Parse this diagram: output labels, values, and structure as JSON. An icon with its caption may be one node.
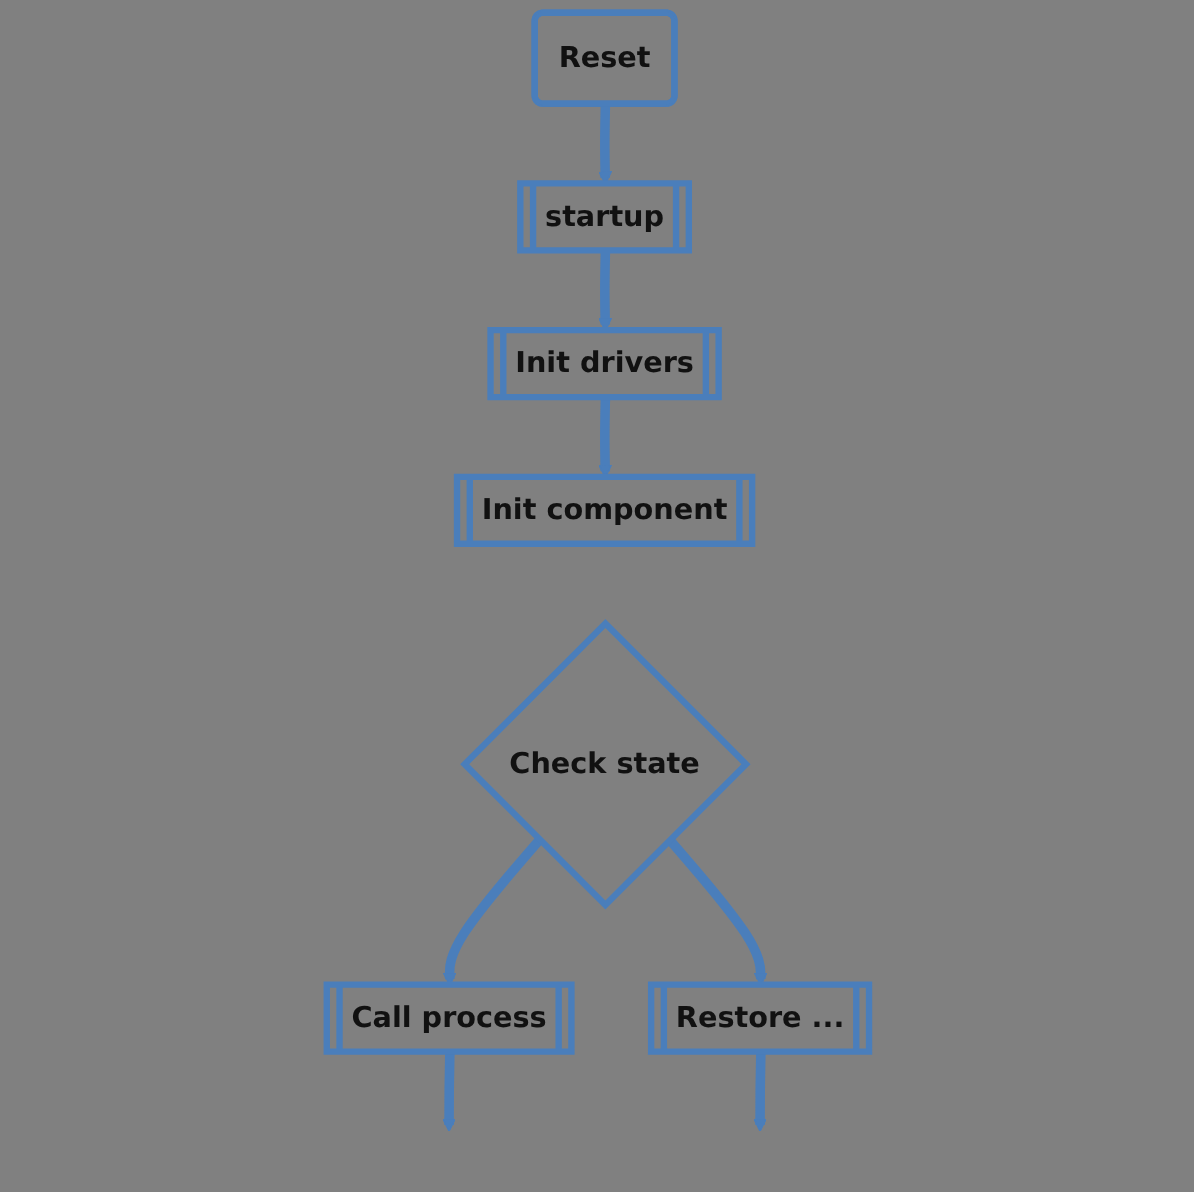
{
  "diagram": {
    "nodes": [
      {
        "text": [
          "Reset"
        ]
      },
      {
        "text": [
          "startup"
        ]
      },
      {
        "text": [
          "Init drivers"
        ]
      },
      {
        "text": [
          "Init component"
        ]
      },
      {
        "text": [
          "Check state"
        ]
      },
      {
        "text": [
          "Call process"
        ]
      },
      {
        "text": [
          "Restore ..."
        ]
      }
    ],
    "edges": [
      {
        "from": 0,
        "to": 1,
        "arrow": "to"
      },
      {
        "from": 1,
        "to": 2,
        "arrow": "to"
      },
      {
        "from": 2,
        "to": 3,
        "arrow": "to"
      },
      {
        "from": 4,
        "to": 5,
        "arrow": "to"
      },
      {
        "from": 4,
        "to": 6,
        "arrow": "to"
      },
      {
        "from": 5,
        "to": null,
        "arrow": "to"
      },
      {
        "from": 6,
        "to": null,
        "arrow": "to"
      }
    ]
  }
}
